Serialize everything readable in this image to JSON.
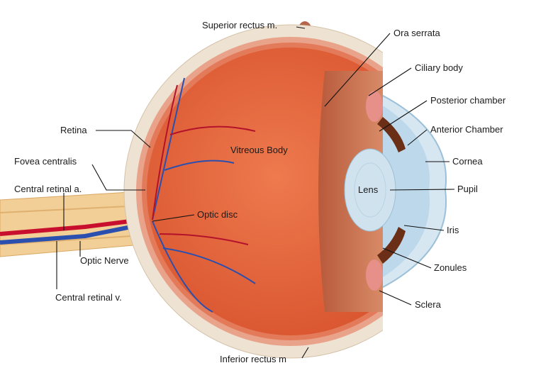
{
  "title": "Anatomy of the eye",
  "labels": {
    "superior_rectus": "Superior rectus m.",
    "ora_serrata": "Ora serrata",
    "ciliary_body": "Ciliary body",
    "posterior_chamber": "Posterior chamber",
    "anterior_chamber": "Anterior Chamber",
    "cornea": "Cornea",
    "pupil": "Pupil",
    "iris": "Iris",
    "zonules": "Zonules",
    "sclera": "Sclera",
    "inferior_rectus": "Inferior rectus m",
    "vitreous_body": "Vitreous Body",
    "lens": "Lens",
    "optic_disc": "Optic disc",
    "retina": "Retina",
    "fovea_centralis": "Fovea centralis",
    "central_retinal_a": "Central retinal a.",
    "optic_nerve": "Optic Nerve",
    "central_retinal_v": "Central retinal v."
  },
  "colors": {
    "sclera": "#eee2d2",
    "choroid": "#e9a38a",
    "vitreous": "#e2643c",
    "lens": "#cfe2ee",
    "artery": "#c8102e",
    "vein": "#2b4fae",
    "nerve": "#f1cf96"
  }
}
